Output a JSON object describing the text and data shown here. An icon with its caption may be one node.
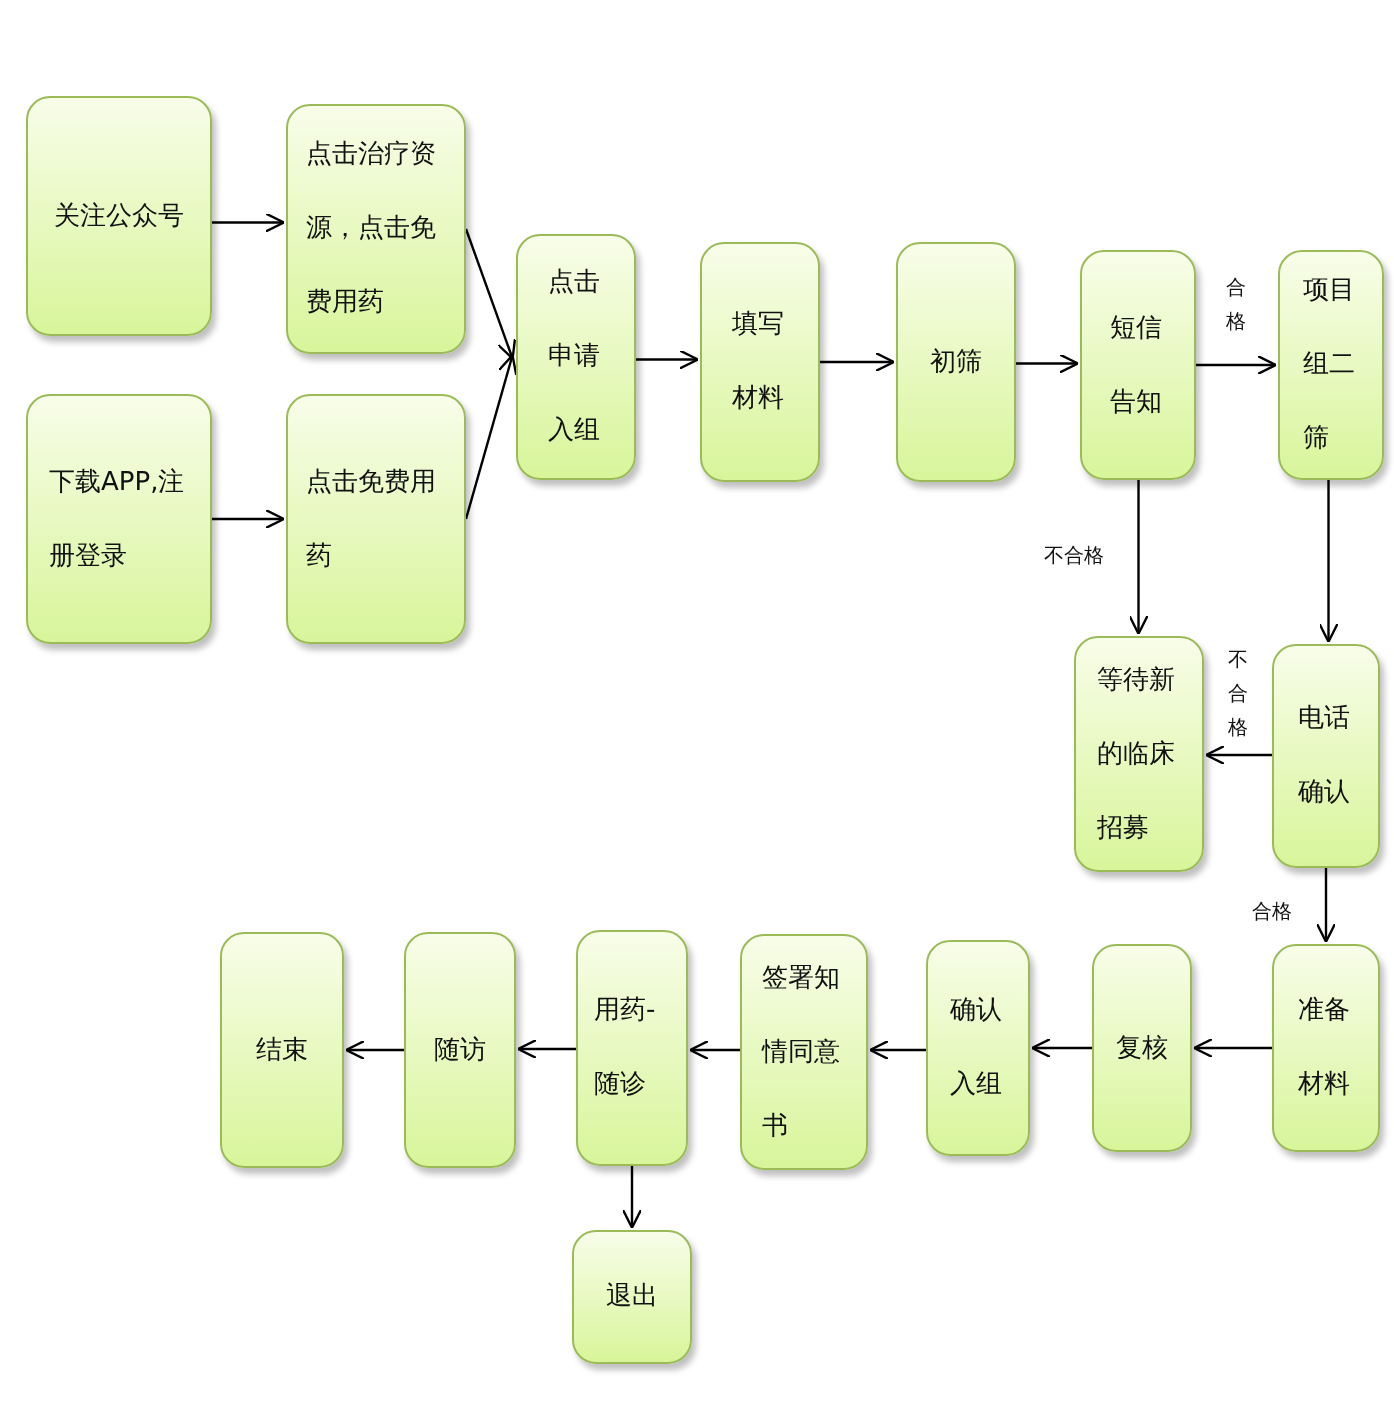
{
  "diagram": {
    "nodes": [
      {
        "text": [
          "关注公众号"
        ]
      },
      {
        "text": [
          "点击治疗资源，点击免费用药"
        ]
      },
      {
        "text": [
          "下载APP,注册登录"
        ]
      },
      {
        "text": [
          "点击免费用药"
        ]
      },
      {
        "text": [
          "点击申请入组"
        ]
      },
      {
        "text": [
          "填写材料"
        ]
      },
      {
        "text": [
          "初筛"
        ]
      },
      {
        "text": [
          "短信告知"
        ]
      },
      {
        "text": [
          "项目组二筛"
        ]
      },
      {
        "text": [
          "等待新的临床招募"
        ]
      },
      {
        "text": [
          "电话确认"
        ]
      },
      {
        "text": [
          "准备材料"
        ]
      },
      {
        "text": [
          "复核"
        ]
      },
      {
        "text": [
          "确认入组"
        ]
      },
      {
        "text": [
          "签署知情同意书"
        ]
      },
      {
        "text": [
          "用药-随诊"
        ]
      },
      {
        "text": [
          "随访"
        ]
      },
      {
        "text": [
          "结束"
        ]
      },
      {
        "text": [
          "退出"
        ]
      }
    ],
    "edges": [
      {
        "from": 0,
        "to": 1,
        "arrow": "to"
      },
      {
        "from": 2,
        "to": 3,
        "arrow": "to"
      },
      {
        "from": 1,
        "to": 4,
        "arrow": "to"
      },
      {
        "from": 3,
        "to": 4,
        "arrow": "to"
      },
      {
        "from": 4,
        "to": 5,
        "arrow": "to"
      },
      {
        "from": 5,
        "to": 6,
        "arrow": "to"
      },
      {
        "from": 6,
        "to": 7,
        "arrow": "to"
      },
      {
        "from": 7,
        "to": 8,
        "arrow": "to",
        "label": "合格"
      },
      {
        "from": 7,
        "to": 9,
        "arrow": "to",
        "label": "不合格"
      },
      {
        "from": 8,
        "to": 10,
        "arrow": "to"
      },
      {
        "from": 10,
        "to": 9,
        "arrow": "to",
        "label": "不合格"
      },
      {
        "from": 10,
        "to": 11,
        "arrow": "to",
        "label": "合格"
      },
      {
        "from": 11,
        "to": 12,
        "arrow": "to"
      },
      {
        "from": 12,
        "to": 13,
        "arrow": "to"
      },
      {
        "from": 13,
        "to": 14,
        "arrow": "to"
      },
      {
        "from": 14,
        "to": 15,
        "arrow": "to"
      },
      {
        "from": 15,
        "to": 16,
        "arrow": "to"
      },
      {
        "from": 16,
        "to": 17,
        "arrow": "to"
      },
      {
        "from": 15,
        "to": 18,
        "arrow": "to"
      }
    ]
  }
}
